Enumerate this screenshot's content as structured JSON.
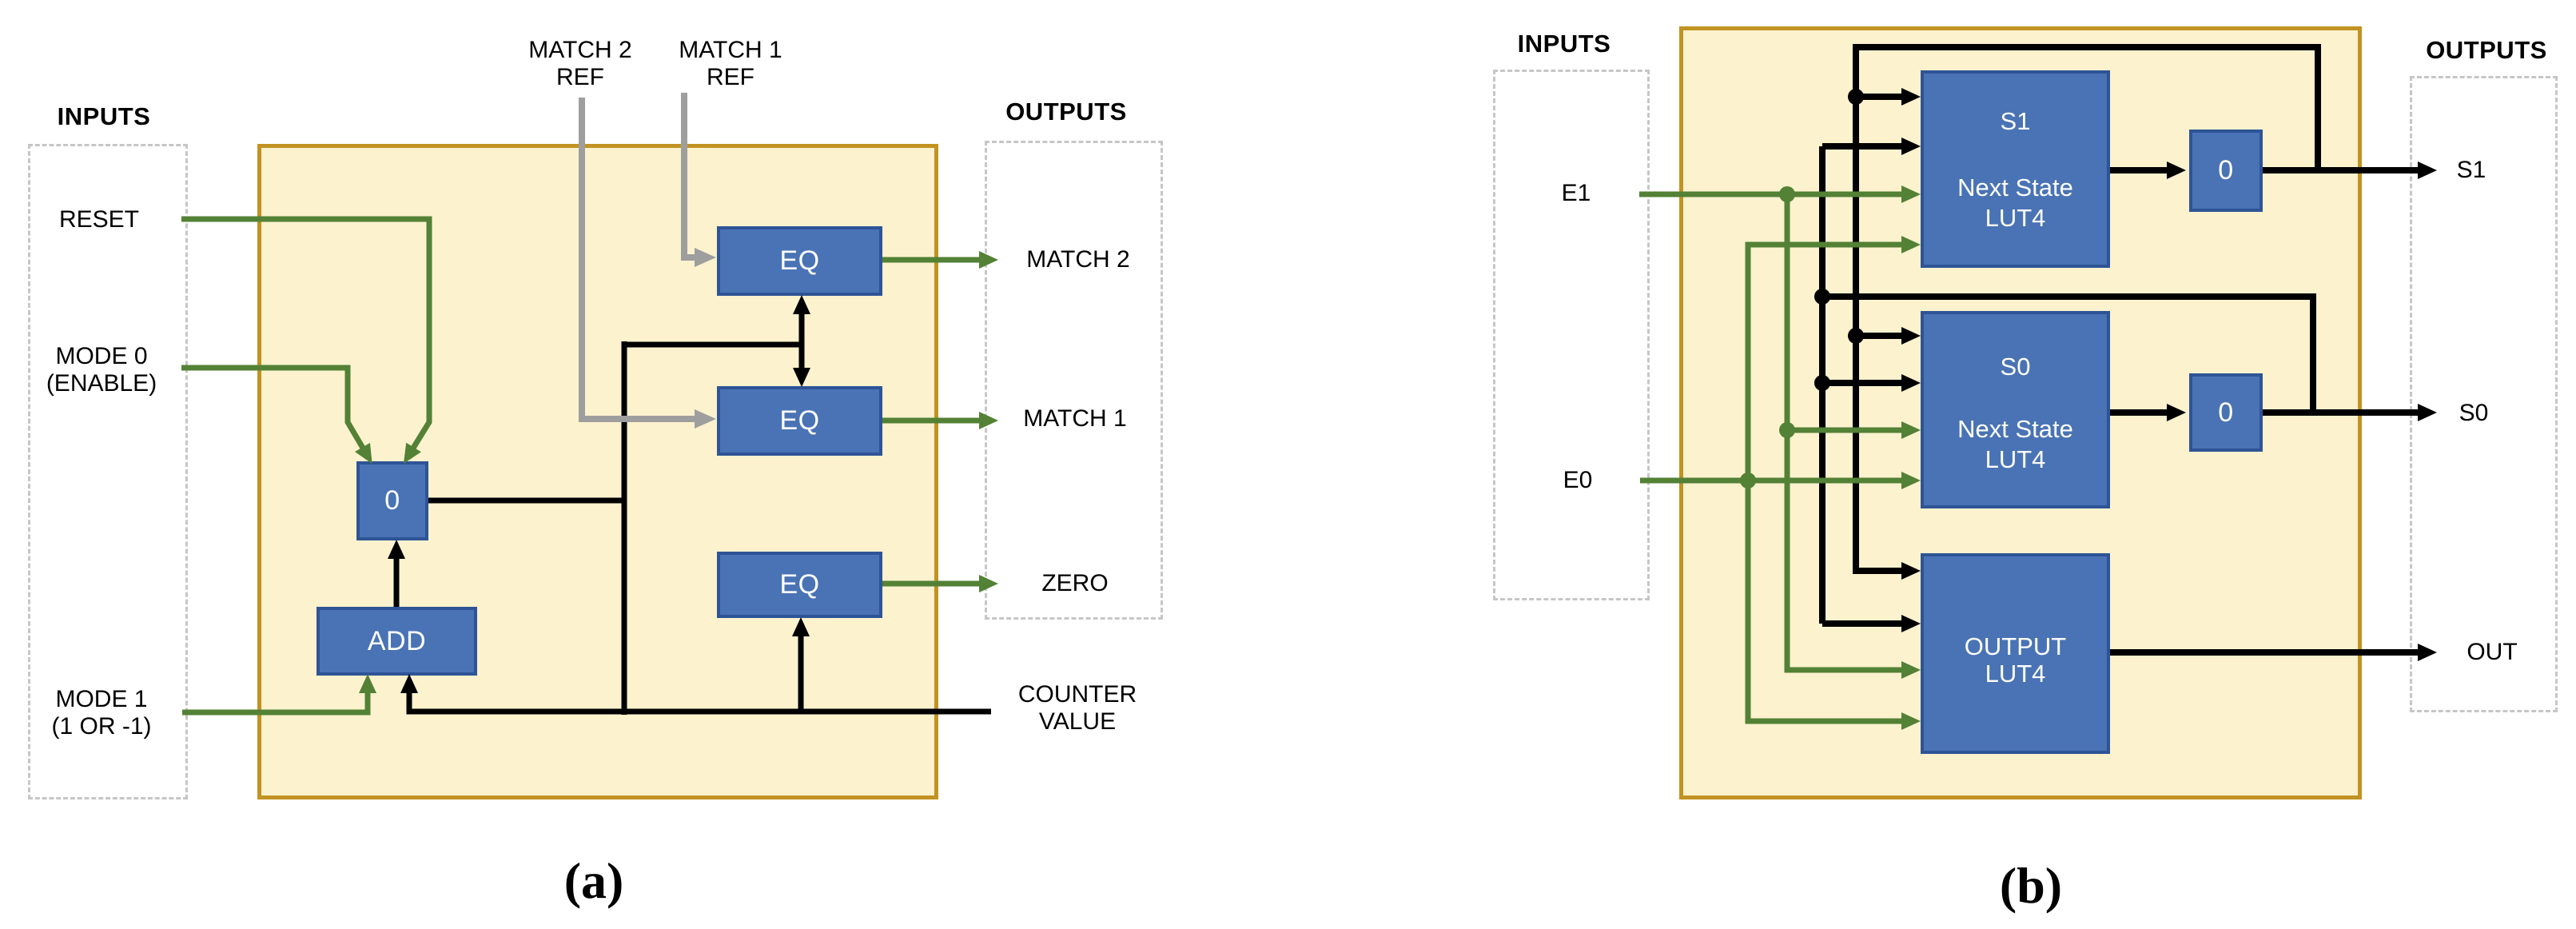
{
  "colors": {
    "panel_fill": "#FCF2CE",
    "panel_border": "#C29322",
    "block_fill": "#4973B4",
    "block_border": "#2E5496",
    "wire_black": "#000000",
    "wire_green": "#538135",
    "wire_gray": "#9E9E9E",
    "dashed_border": "#C6C6C6"
  },
  "diagram_a": {
    "caption": "(a)",
    "inputs_title": "INPUTS",
    "outputs_title": "OUTPUTS",
    "input_reset": "RESET",
    "input_mode0": "MODE 0\n(ENABLE)",
    "input_mode1": "MODE 1\n(1 OR -1)",
    "ref_match2": "MATCH 2\nREF",
    "ref_match1": "MATCH 1\nREF",
    "block_counter_reg": "0",
    "block_add": "ADD",
    "block_eq_match2": "EQ",
    "block_eq_match1": "EQ",
    "block_eq_zero": "EQ",
    "output_match2": "MATCH 2",
    "output_match1": "MATCH 1",
    "output_zero": "ZERO",
    "output_counter": "COUNTER\nVALUE"
  },
  "diagram_b": {
    "caption": "(b)",
    "inputs_title": "INPUTS",
    "outputs_title": "OUTPUTS",
    "input_e1": "E1",
    "input_e0": "E0",
    "lut_s1": {
      "title": "S1",
      "line2": "Next State",
      "line3": "LUT4"
    },
    "lut_s0": {
      "title": "S0",
      "line2": "Next State",
      "line3": "LUT4"
    },
    "lut_out": {
      "title": "OUTPUT",
      "line2": "LUT4"
    },
    "reg_s1": "0",
    "reg_s0": "0",
    "output_s1": "S1",
    "output_s0": "S0",
    "output_out": "OUT"
  }
}
